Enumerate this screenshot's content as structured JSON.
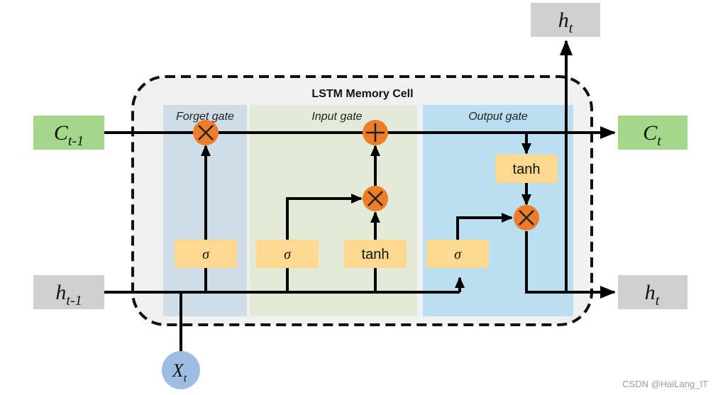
{
  "title": "LSTM Memory Cell",
  "colors": {
    "forget_bg": "#cfdde9",
    "input_bg": "#e3ead7",
    "output_bg": "#b9dff0",
    "cell_bg": "#f0f0f0",
    "state_box": "#a5d78b",
    "hidden_box": "#d0d0d0",
    "gate_box": "#fdd98f",
    "op_circle": "#ee7d2a",
    "x_circle": "#9fbde3"
  },
  "gates": {
    "forget": "Forget gate",
    "input": "Input gate",
    "output": "Output gate"
  },
  "labels": {
    "c_prev_main": "C",
    "c_prev_sub": "t-1",
    "c_next_main": "C",
    "c_next_sub": "t",
    "h_prev_main": "h",
    "h_prev_sub": "t-1",
    "h_next_main": "h",
    "h_next_sub": "t",
    "h_top_main": "h",
    "h_top_sub": "t",
    "x_main": "X",
    "x_sub": "t"
  },
  "activations": {
    "sigma": "σ",
    "tanh": "tanh"
  },
  "ops": {
    "multiply": "×",
    "add": "+"
  },
  "watermark": "CSDN @HaiLang_IT"
}
